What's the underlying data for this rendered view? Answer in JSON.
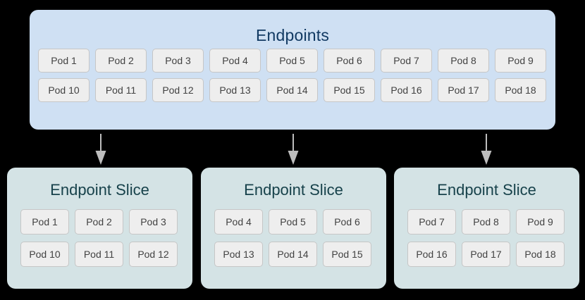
{
  "diagram": {
    "colors": {
      "canvas_background": "#000000",
      "endpoints_box_fill": "#CFE0F3",
      "endpoints_title_color": "#123A63",
      "slice_box_fill": "#D4E3E5",
      "slice_title_color": "#17424B",
      "chip_fill": "#EEEEEE",
      "chip_border": "#C6C6C6",
      "chip_text": "#424242",
      "arrow_color": "#BDBDBD"
    },
    "endpoints": {
      "title": "Endpoints",
      "rows": [
        [
          "Pod 1",
          "Pod 2",
          "Pod 3",
          "Pod 4",
          "Pod 5",
          "Pod 6",
          "Pod 7",
          "Pod 8",
          "Pod 9"
        ],
        [
          "Pod 10",
          "Pod 11",
          "Pod 12",
          "Pod 13",
          "Pod 14",
          "Pod 15",
          "Pod 16",
          "Pod 17",
          "Pod 18"
        ]
      ]
    },
    "arrows": [
      {
        "name": "arrow-to-slice-1"
      },
      {
        "name": "arrow-to-slice-2"
      },
      {
        "name": "arrow-to-slice-3"
      }
    ],
    "slices": [
      {
        "title": "Endpoint Slice",
        "rows": [
          [
            "Pod 1",
            "Pod 2",
            "Pod 3"
          ],
          [
            "Pod 10",
            "Pod 11",
            "Pod 12"
          ]
        ]
      },
      {
        "title": "Endpoint Slice",
        "rows": [
          [
            "Pod 4",
            "Pod 5",
            "Pod 6"
          ],
          [
            "Pod 13",
            "Pod 14",
            "Pod 15"
          ]
        ]
      },
      {
        "title": "Endpoint Slice",
        "rows": [
          [
            "Pod 7",
            "Pod 8",
            "Pod 9"
          ],
          [
            "Pod 16",
            "Pod 17",
            "Pod 18"
          ]
        ]
      }
    ]
  }
}
